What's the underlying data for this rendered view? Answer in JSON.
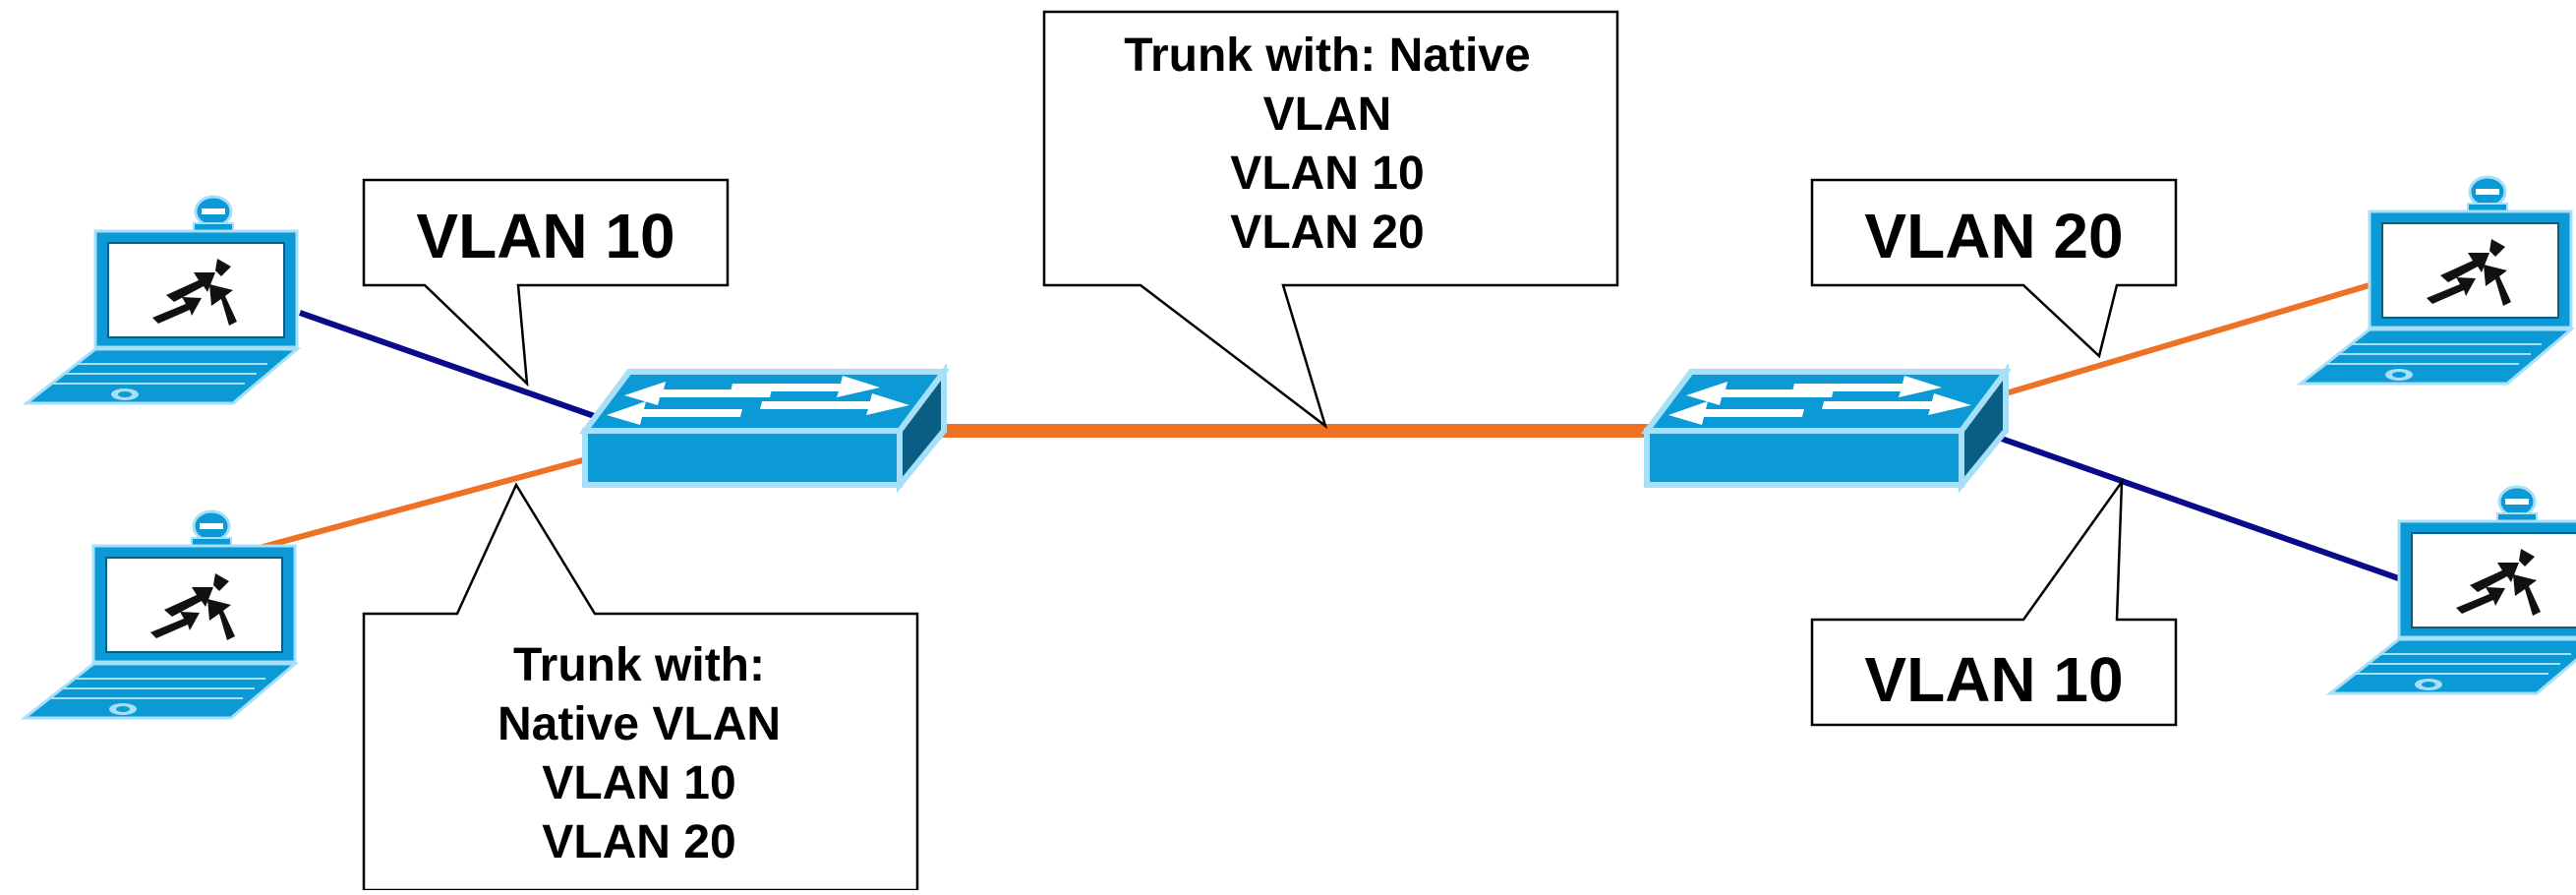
{
  "colors": {
    "vlan10_link": "#0a0a8c",
    "vlan20_link": "#ed7225",
    "trunk_link": "#ed7225",
    "device_fill": "#0b9ad6",
    "device_light": "#a6dff7",
    "device_dark": "#0a5e84"
  },
  "callouts": {
    "left_access_vlan10": {
      "lines": [
        "VLAN 10"
      ]
    },
    "left_trunk": {
      "lines": [
        "Trunk with:",
        "Native VLAN",
        "VLAN 10",
        "VLAN 20"
      ]
    },
    "middle_trunk": {
      "lines": [
        "Trunk with: Native",
        "VLAN",
        "VLAN 10",
        "VLAN 20"
      ]
    },
    "right_access_vlan20": {
      "lines": [
        "VLAN 20"
      ]
    },
    "right_access_vlan10": {
      "lines": [
        "VLAN 10"
      ]
    }
  },
  "devices": {
    "switches": [
      "switch-left",
      "switch-right"
    ],
    "laptops": [
      "laptop-top-left",
      "laptop-bottom-left",
      "laptop-top-right",
      "laptop-bottom-right"
    ],
    "laptop_icon": "laptop-with-arrows-icon",
    "switch_icon": "switch-arrows-icon"
  }
}
